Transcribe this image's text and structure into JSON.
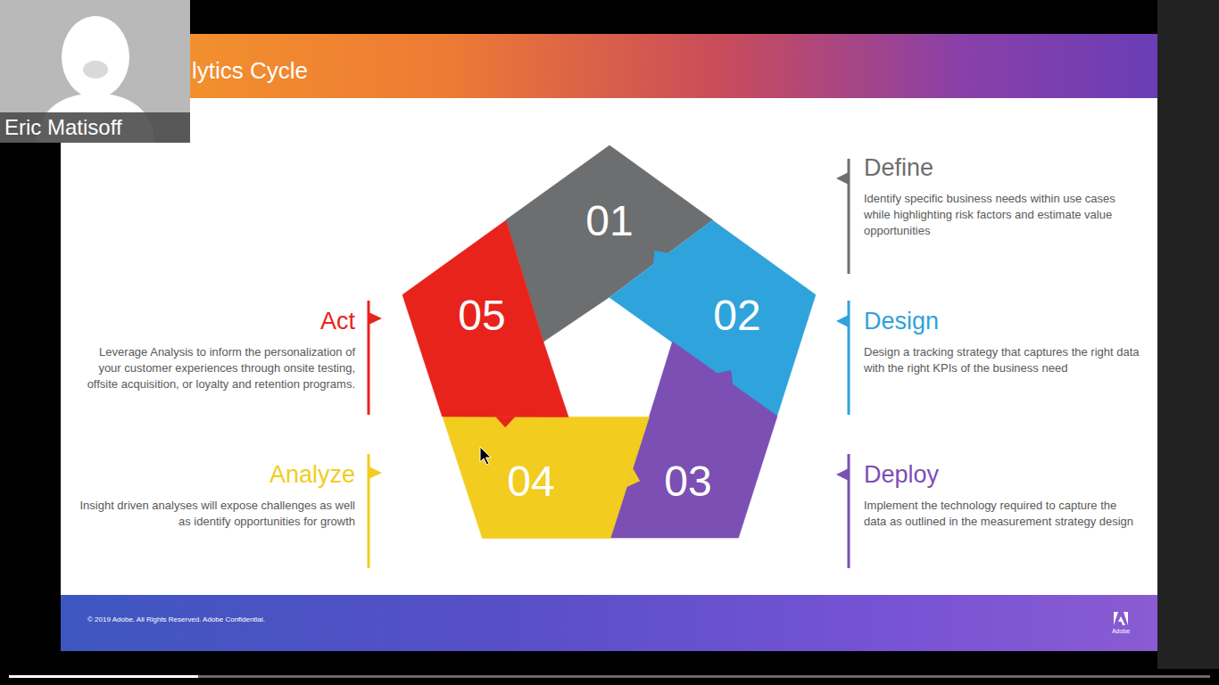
{
  "diagram": {
    "title": "lytics Cycle",
    "nodes": [
      {
        "text": [
          "01"
        ]
      },
      {
        "text": [
          "02"
        ]
      },
      {
        "text": [
          "03"
        ]
      },
      {
        "text": [
          "04"
        ]
      },
      {
        "text": [
          "05"
        ]
      }
    ],
    "labels": [
      "Eric Matisoff",
      "Define",
      "Identify specific business needs within use cases while highlighting risk factors and estimate value opportunities",
      "Design",
      "Design a tracking strategy that captures the right data with the right KPIs of the business need",
      "Act",
      "Leverage Analysis to inform the personalization of your customer experiences through onsite testing, offsite acquisition, or loyalty and retention programs.",
      "Deploy",
      "Implement the technology required to capture the data as outlined in the measurement strategy design",
      "Analyze",
      "Insight driven analyses will expose challenges as well as identify opportunities for growth",
      "© 2019 Adobe.  All Rights Reserved.  Adobe Confidential.",
      "Adobe"
    ]
  }
}
